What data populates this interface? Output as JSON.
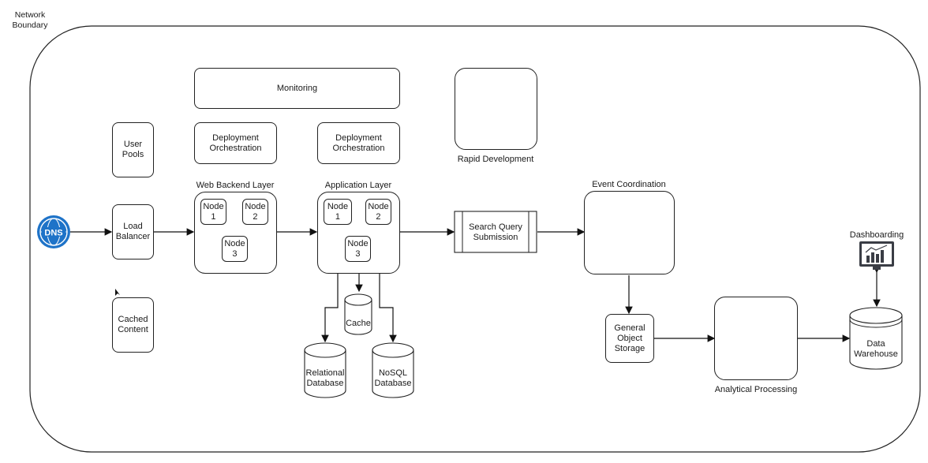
{
  "boundary": {
    "label": "Network\nBoundary"
  },
  "dns": {
    "label": "DNS",
    "color": "#1e73c8"
  },
  "user_pools": "User\nPools",
  "load_balancer": "Load\nBalancer",
  "cached_content": "Cached\nContent",
  "monitoring": "Monitoring",
  "deploy_1": "Deployment\nOrchestration",
  "deploy_2": "Deployment\nOrchestration",
  "rapid_development": "Rapid Development",
  "web_backend": {
    "title": "Web Backend Layer",
    "nodes": [
      "Node\n1",
      "Node\n2",
      "Node\n3"
    ]
  },
  "app_layer": {
    "title": "Application Layer",
    "nodes": [
      "Node\n1",
      "Node\n2",
      "Node\n3"
    ]
  },
  "cache": "Cache",
  "relational_db": "Relational\nDatabase",
  "nosql_db": "NoSQL\nDatabase",
  "search_query": "Search Query\nSubmission",
  "event_coordination": "Event Coordination",
  "object_storage": "General\nObject\nStorage",
  "analytical_processing": "Analytical Processing",
  "data_warehouse": "Data\nWarehouse",
  "dashboarding": "Dashboarding"
}
